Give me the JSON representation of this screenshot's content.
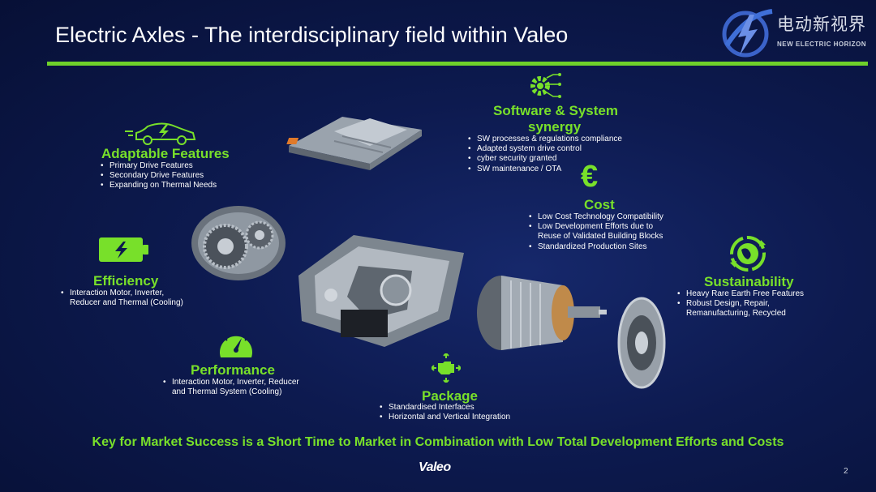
{
  "slide": {
    "title": "Electric Axles - The interdisciplinary field within Valeo",
    "logo": {
      "cn": "电动新视界",
      "en": "NEW ELECTRIC HORIZON"
    },
    "accent_color": "#78e02a",
    "sections": {
      "software": {
        "title_1": "Software & System",
        "title_2": "synergy",
        "icon": "gear-circuit-icon",
        "bullets": [
          "SW processes & regulations compliance",
          "Adapted system drive control",
          "cyber security granted",
          "SW maintenance / OTA"
        ]
      },
      "adaptable": {
        "title": "Adaptable Features",
        "icon": "electric-car-icon",
        "bullets": [
          "Primary Drive Features",
          "Secondary Drive Features",
          "Expanding on Thermal Needs"
        ]
      },
      "cost": {
        "title": "Cost",
        "icon": "euro-icon",
        "bullets": [
          "Low Cost Technology Compatibility",
          "Low Development Efforts due to Reuse of Validated Building Blocks",
          "Standardized Production Sites"
        ]
      },
      "efficiency": {
        "title": "Efficiency",
        "icon": "battery-icon",
        "bullets": [
          "Interaction Motor, Inverter, Reducer and Thermal (Cooling)"
        ]
      },
      "sustainability": {
        "title": "Sustainability",
        "icon": "recycle-globe-icon",
        "bullets": [
          "Heavy Rare Earth Free Features",
          "Robust Design, Repair, Remanufacturing, Recycled"
        ]
      },
      "performance": {
        "title": "Performance",
        "icon": "speedometer-icon",
        "bullets": [
          "Interaction Motor, Inverter, Reducer and Thermal System (Cooling)"
        ]
      },
      "package": {
        "title": "Package",
        "icon": "engine-chip-icon",
        "bullets": [
          "Standardised Interfaces",
          "Horizontal and Vertical Integration"
        ]
      }
    },
    "key_message": "Key for Market Success is a Short Time to Market in Combination with Low Total Development Efforts and Costs",
    "brand": "Valeo",
    "page_number": "2"
  }
}
